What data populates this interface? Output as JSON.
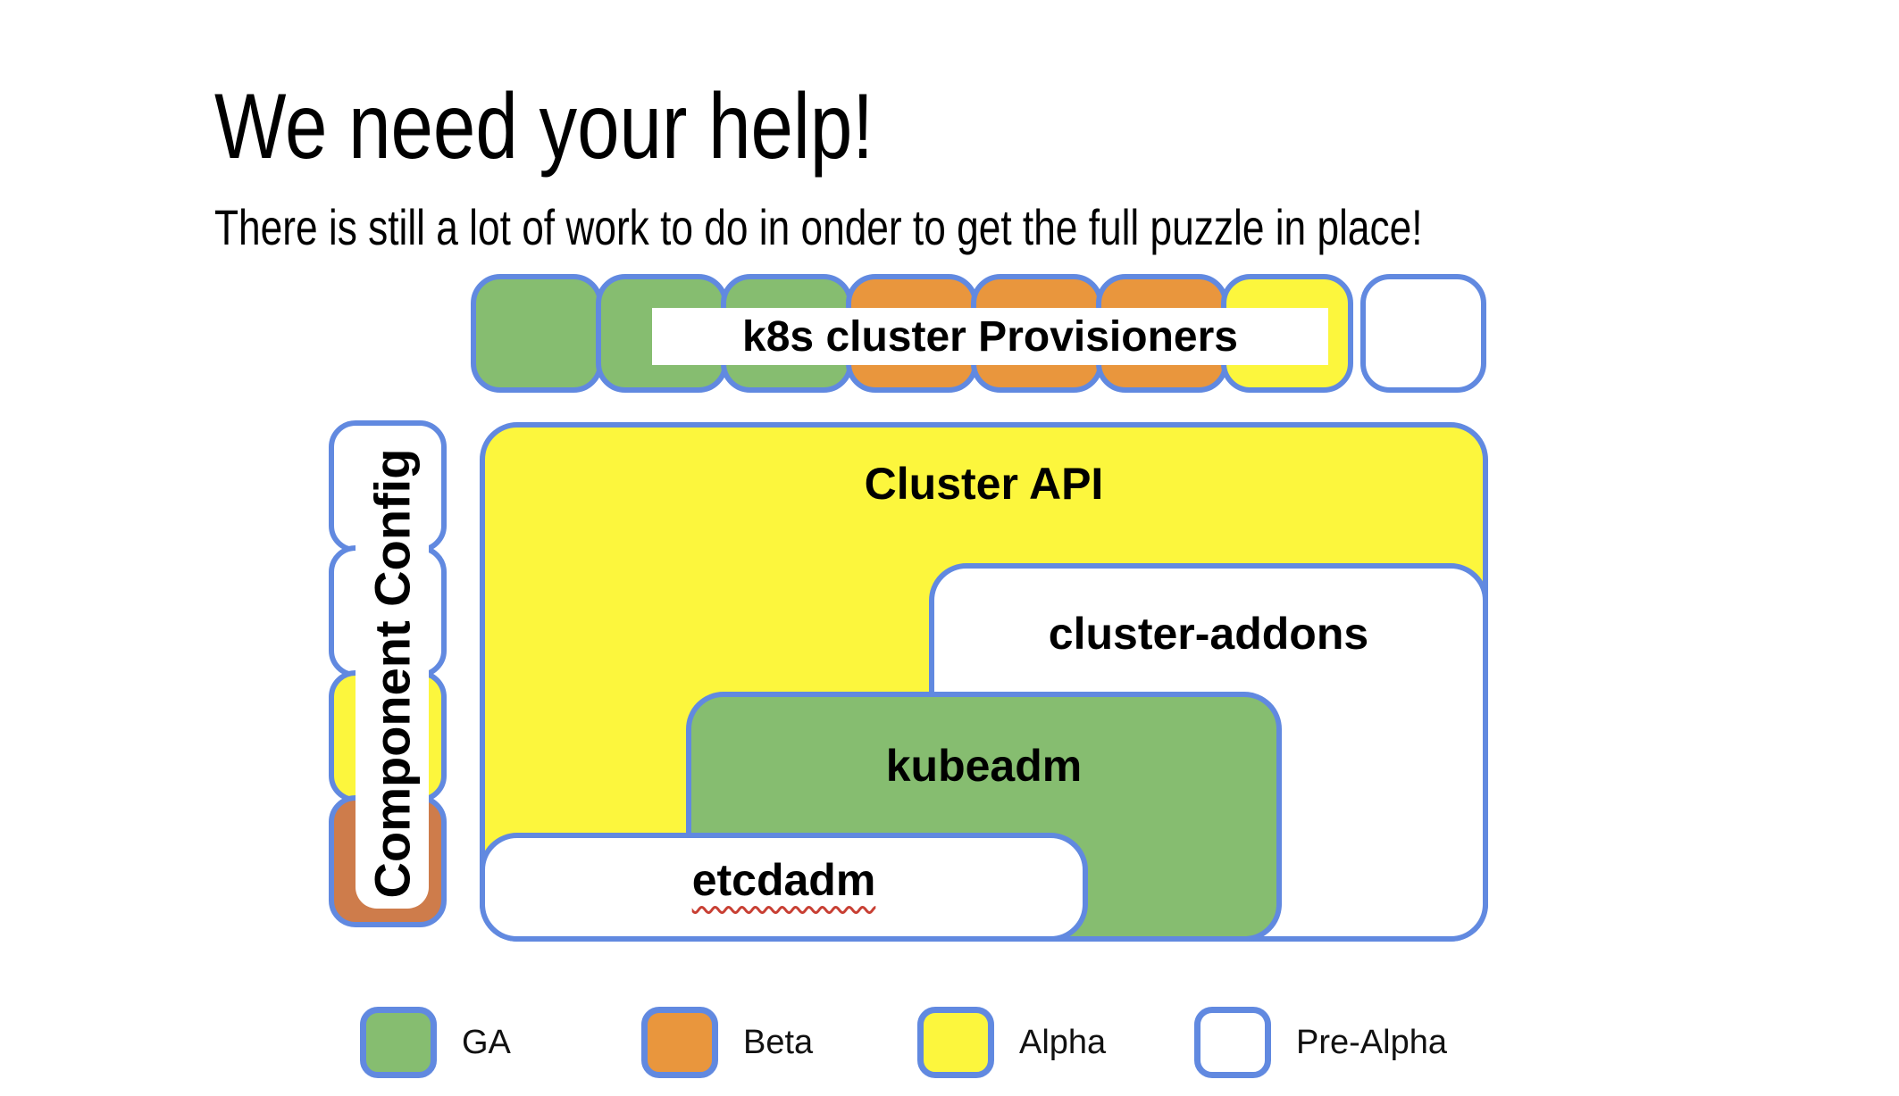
{
  "title": "We need your help!",
  "subtitle": "There is still a lot of work to do in onder to get the full puzzle in place!",
  "provisioners": {
    "label": "k8s cluster Provisioners",
    "squares": [
      "GA",
      "GA",
      "GA",
      "Beta",
      "Beta",
      "Beta",
      "Alpha",
      "Pre-Alpha"
    ]
  },
  "component_config": {
    "label": "Component Config",
    "squares": [
      "Pre-Alpha",
      "Pre-Alpha",
      "Alpha",
      "Beta"
    ]
  },
  "puzzle": {
    "cluster_api": {
      "label": "Cluster API",
      "status": "Alpha"
    },
    "cluster_addons": {
      "label": "cluster-addons",
      "status": "Pre-Alpha"
    },
    "kubeadm": {
      "label": "kubeadm",
      "status": "GA"
    },
    "etcdadm": {
      "label": "etcdadm",
      "status": "Pre-Alpha",
      "spellcheck_underline": true
    }
  },
  "legend": {
    "items": [
      {
        "label": "GA",
        "color": "#86BD70"
      },
      {
        "label": "Beta",
        "color": "#E9963D"
      },
      {
        "label": "Alpha",
        "color": "#FCF63D"
      },
      {
        "label": "Pre-Alpha",
        "color": "#FFFFFF"
      }
    ]
  },
  "colors": {
    "status_ga": "#86BD70",
    "status_beta": "#E9963D",
    "status_beta_dark": "#CE7C4B",
    "status_alpha": "#FCF63D",
    "status_prealpha": "#FFFFFF",
    "outline_blue": "#6189E0",
    "spellcheck_red": "#C84034"
  }
}
